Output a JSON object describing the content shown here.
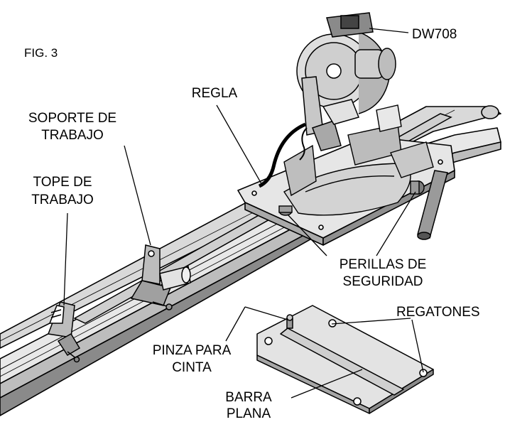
{
  "figure": {
    "fig_label": "FIG. 3",
    "labels": {
      "model": "DW708",
      "regla": "REGLA",
      "soporte_1": "SOPORTE DE",
      "soporte_2": "TRABAJO",
      "tope_1": "TOPE DE",
      "tope_2": "TRABAJO",
      "perillas_1": "PERILLAS DE",
      "perillas_2": "SEGURIDAD",
      "regatones": "REGATONES",
      "pinza_1": "PINZA PARA",
      "pinza_2": "CINTA",
      "barra_1": "BARRA",
      "barra_2": "PLANA"
    }
  }
}
